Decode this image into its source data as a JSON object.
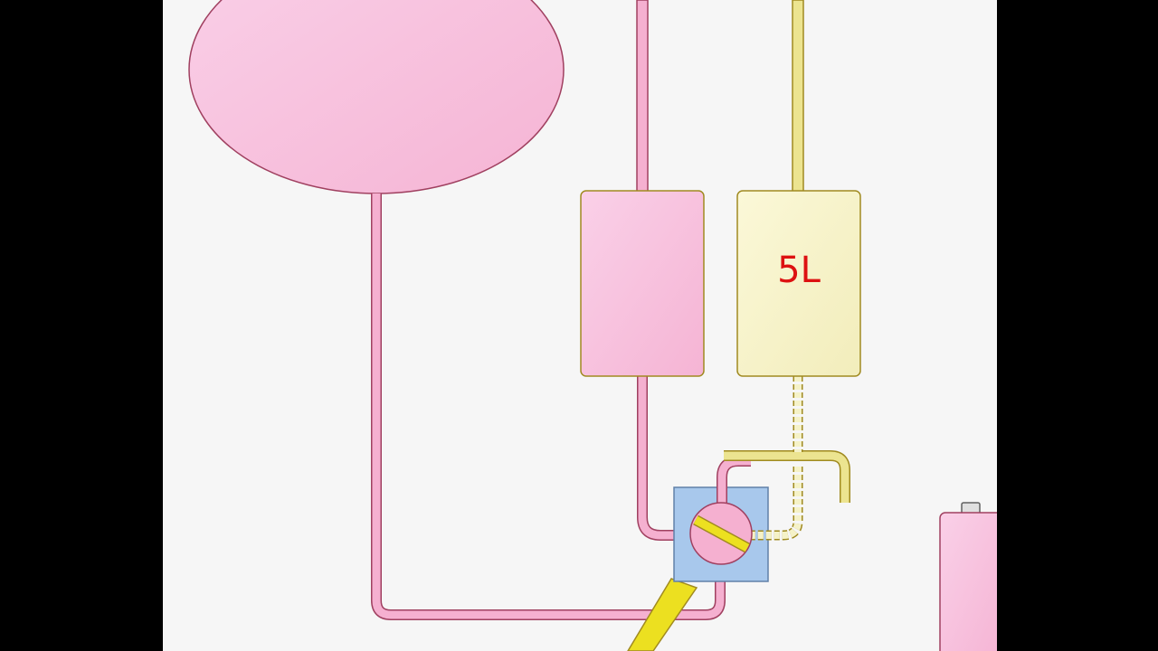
{
  "diagram": {
    "labels": {
      "tank_volume": "5L"
    },
    "colors": {
      "background": "#f6f6f6",
      "letterbox": "#000000",
      "pink_fill": "#f7b8d8",
      "pink_tube": "#f5b0d0",
      "pink_outline": "#a04060",
      "yellow_fill": "#f5f2c0",
      "yellow_tube": "#ece490",
      "yellow_outline": "#a08a20",
      "valve_block": "#a8c8ec",
      "label_red": "#dd1111"
    },
    "components": [
      "pink-balloon-reservoir",
      "pink-buffer-tank",
      "yellow-5l-tank",
      "four-way-valve",
      "yellow-coiled-line",
      "yellow-overflow-pipe",
      "yellow-drain-line",
      "pink-canister"
    ]
  }
}
